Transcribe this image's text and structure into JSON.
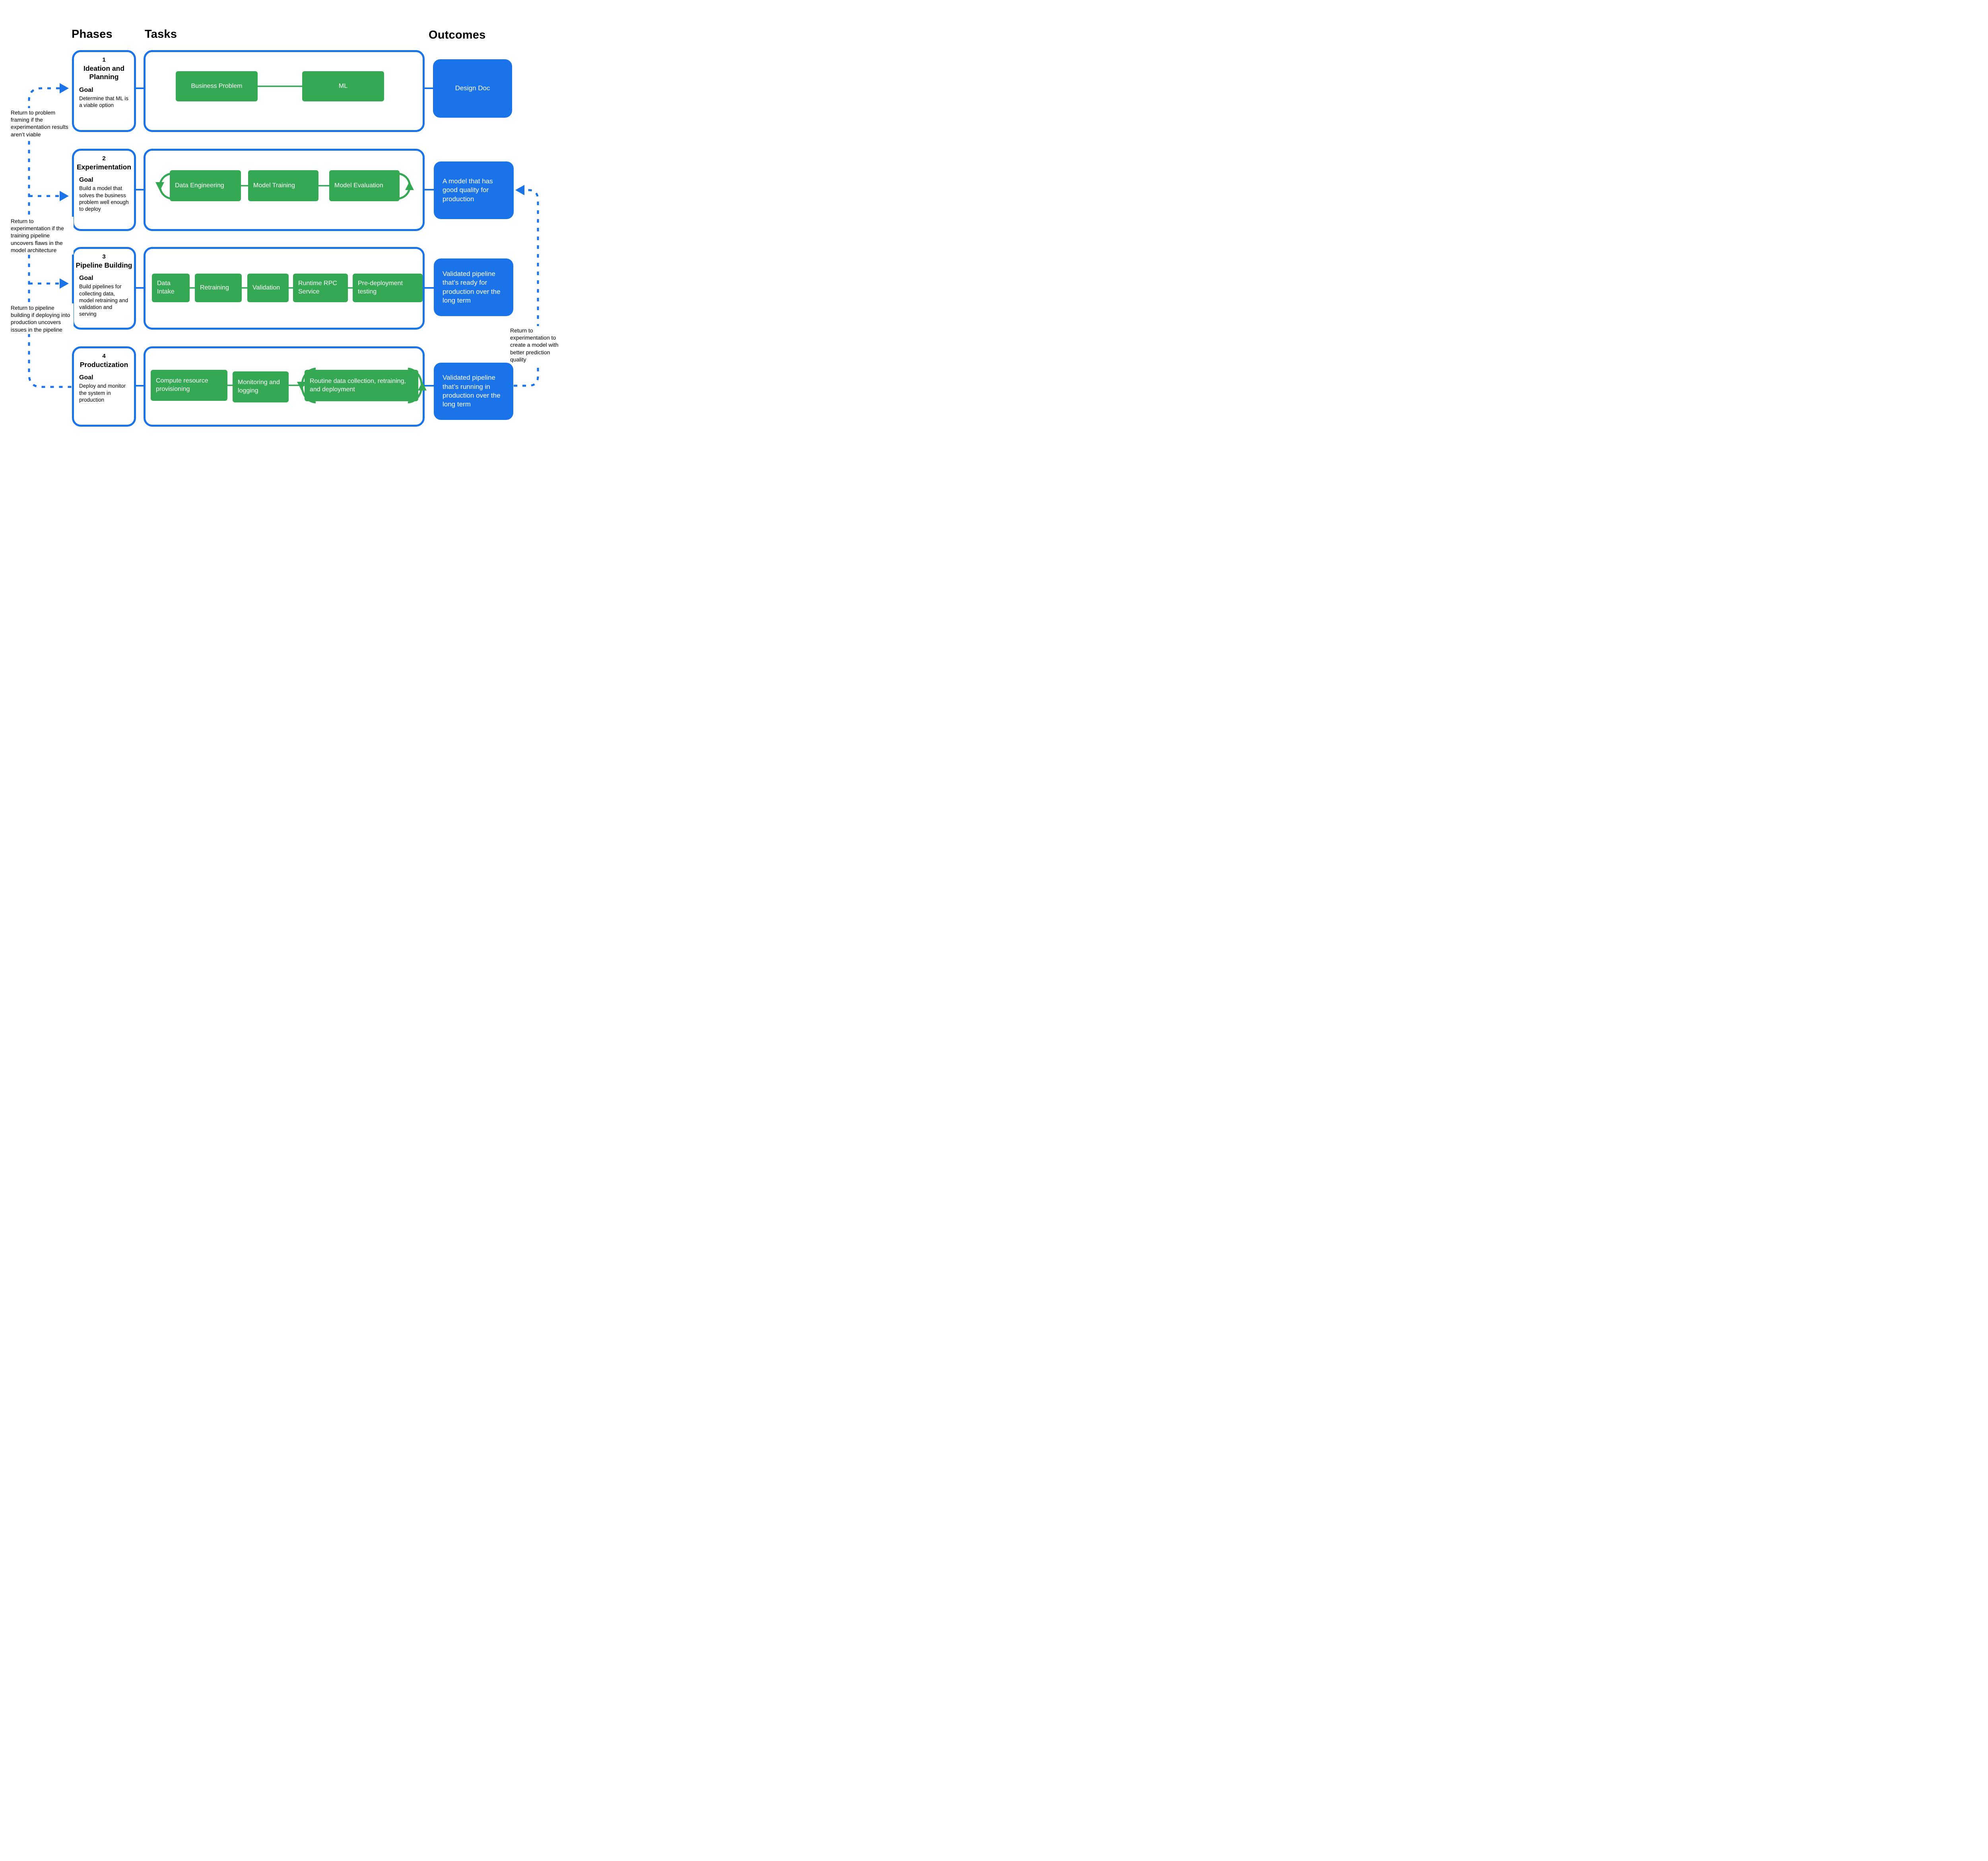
{
  "headers": {
    "phases": "Phases",
    "tasks": "Tasks",
    "outcomes": "Outcomes"
  },
  "colors": {
    "accent_blue": "#1A73E8",
    "task_green": "#34A853",
    "text": "#000000"
  },
  "phases": [
    {
      "number": "1",
      "title": "Ideation and Planning",
      "goal_label": "Goal",
      "goal": "Determine that ML is a viable option",
      "tasks": [
        "Business Problem",
        "ML"
      ],
      "outcome": "Design Doc"
    },
    {
      "number": "2",
      "title": "Experimentation",
      "goal_label": "Goal",
      "goal": "Build a model that solves the business problem well enough to deploy",
      "tasks": [
        "Data Engineering",
        "Model Training",
        "Model Evaluation"
      ],
      "outcome": "A model that has good quality for production"
    },
    {
      "number": "3",
      "title": "Pipeline Building",
      "goal_label": "Goal",
      "goal": "Build pipelines for collecting data, model retraining and validation and serving",
      "tasks": [
        "Data Intake",
        "Retraining",
        "Validation",
        "Runtime RPC Service",
        "Pre-deployment testing"
      ],
      "outcome": "Validated pipeline that’s ready for production over the long term"
    },
    {
      "number": "4",
      "title": "Productization",
      "goal_label": "Goal",
      "goal": "Deploy and monitor the system in production",
      "tasks": [
        "Compute  resource provisioning",
        "Monitoring and logging",
        "Routine data collection, retraining, and deployment"
      ],
      "outcome": "Validated pipeline that’s running in production over the long term"
    }
  ],
  "annotations": {
    "left": [
      "Return to problem framing if the experimentation results aren’t viable",
      "Return to experimentation if the training pipeline uncovers flaws in the model architecture",
      "Return to pipeline building if deploying into production uncovers issues in the pipeline"
    ],
    "right": "Return to experimentation to create a model with better prediction quality"
  }
}
